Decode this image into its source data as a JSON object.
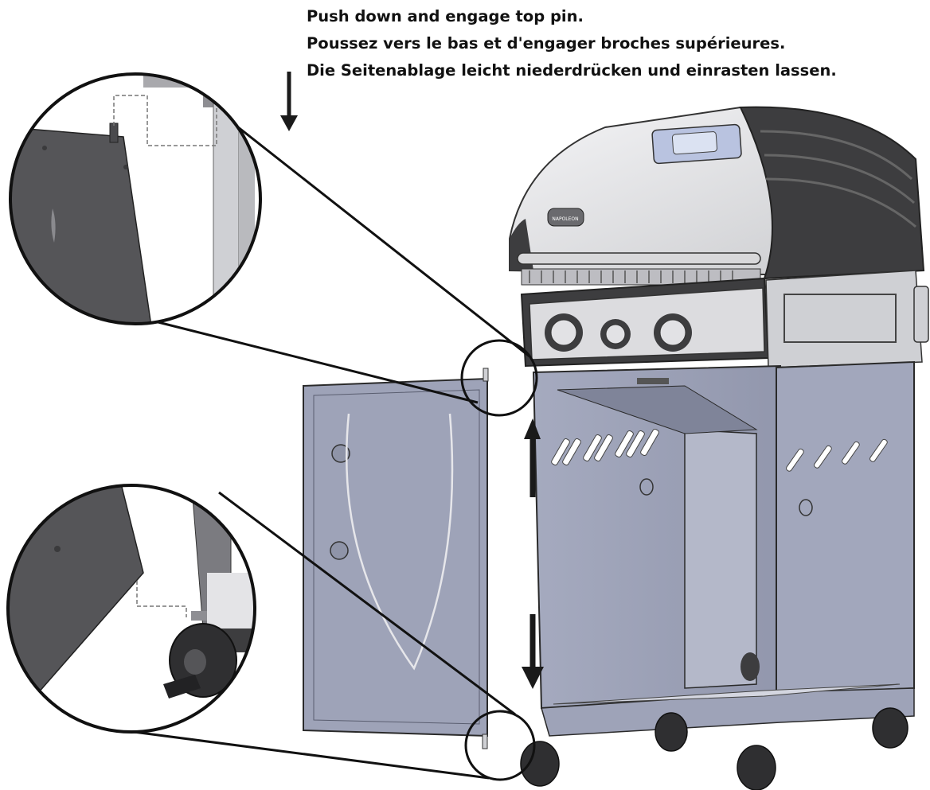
{
  "instructions": {
    "en": "Push down and engage top pin.",
    "fr": "Poussez vers le bas et d'engager broches supérieures.",
    "de": "Die Seitenablage leicht niederdrücken und einrasten lassen."
  },
  "brand_badge": "NAPOLEON",
  "colors": {
    "panel": "#9ea3b8",
    "panel_dark": "#7f8499",
    "lid": "#e8e8ea",
    "black_trim": "#3d3d3f",
    "arrow": "#1a1a1a",
    "outline": "#222222"
  }
}
